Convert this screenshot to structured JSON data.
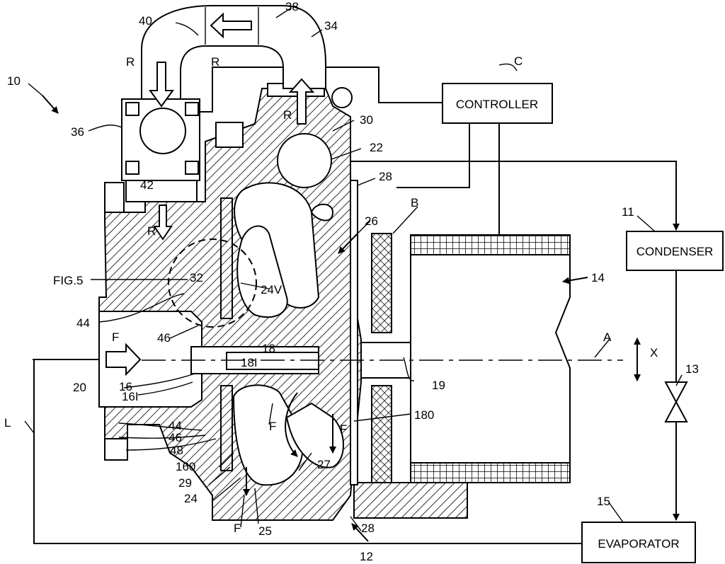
{
  "figure": {
    "reference_numerals": {
      "system": "10",
      "condenser_ref": "11",
      "housing_ref": "12",
      "valve_ref": "13",
      "motor_ref": "14",
      "evaporator_ref": "15",
      "impeller_ref": "16",
      "impeller_inlet_ref": "16I",
      "impeller_outlet_ref": "160",
      "second_impeller_ref": "18",
      "second_impeller_inlet_ref": "18I",
      "second_impeller_outlet_ref": "180",
      "shaft_ref": "19",
      "inlet_ref": "20",
      "volute_ref": "22",
      "passage_ref": "24",
      "vanes_ref": "24V",
      "passage2_ref": "25",
      "seal_ref": "26",
      "chamber_ref": "27",
      "wall_ref_upper": "28",
      "wall_ref_lower": "28",
      "diffuser_ref": "29",
      "outlet_ref": "30",
      "vaneless_ref": "32",
      "return_pipe_ref": "34",
      "valve36_ref": "36",
      "pipe38_ref": "38",
      "pipe40_ref": "40",
      "port42_ref": "42",
      "guide_ref_upper": "44",
      "guide_ref_lower": "44",
      "guide46_ref_upper": "46",
      "guide46_ref_lower": "46",
      "ring48_ref": "48",
      "loop_ref": "L",
      "bearing_ref": "B",
      "controller_ref": "C",
      "axis_ref": "A",
      "axial_dir_ref": "X",
      "fig_callout": "FIG.5"
    },
    "flow_labels": {
      "inlet_flow": "F",
      "f_lower_1": "F",
      "f_lower_2": "F",
      "f_lower_3": "F",
      "r_top_left": "R",
      "r_top_mid": "R",
      "r_right": "R",
      "r_lower": "R"
    },
    "boxes": {
      "controller": "CONTROLLER",
      "condenser": "CONDENSER",
      "evaporator": "EVAPORATOR"
    }
  }
}
